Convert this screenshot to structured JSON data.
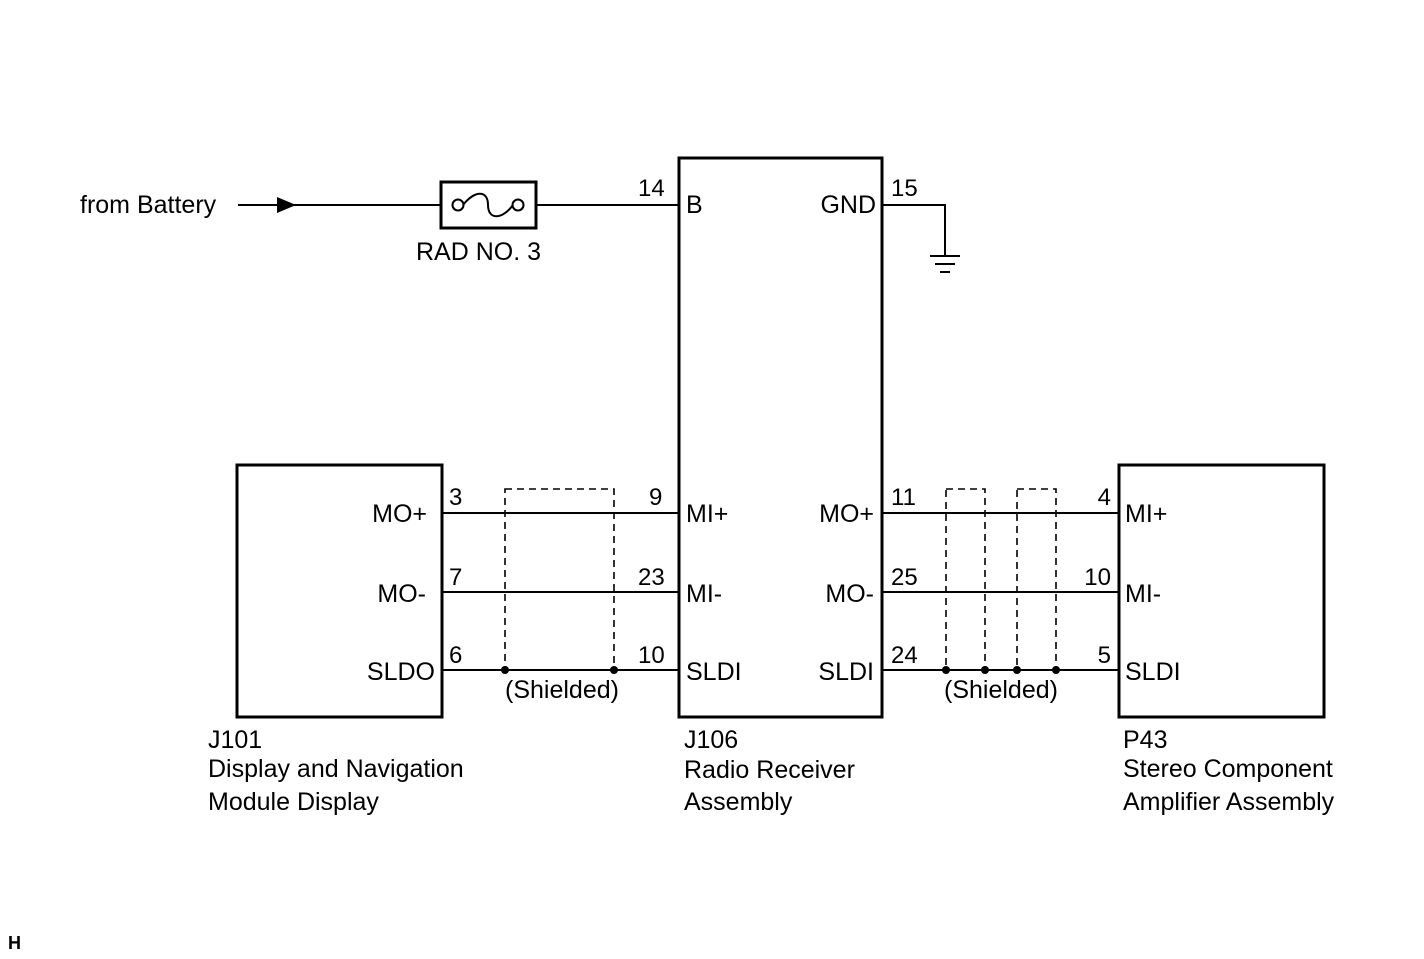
{
  "power": {
    "source_label": "from Battery",
    "fuse_label": "RAD NO. 3"
  },
  "j106": {
    "connector": "J106",
    "name_line1": "Radio Receiver",
    "name_line2": "Assembly",
    "pin_b": {
      "num": "14",
      "name": "B"
    },
    "pin_gnd": {
      "num": "15",
      "name": "GND"
    },
    "pin_mi_plus": {
      "num": "9",
      "name": "MI+"
    },
    "pin_mi_minus": {
      "num": "23",
      "name": "MI-"
    },
    "pin_sldi_left": {
      "num": "10",
      "name": "SLDI"
    },
    "pin_mo_plus": {
      "num": "11",
      "name": "MO+"
    },
    "pin_mo_minus": {
      "num": "25",
      "name": "MO-"
    },
    "pin_sldi_right": {
      "num": "24",
      "name": "SLDI"
    }
  },
  "j101": {
    "connector": "J101",
    "name_line1": "Display and Navigation",
    "name_line2": "Module Display",
    "pin_mo_plus": {
      "num": "3",
      "name": "MO+"
    },
    "pin_mo_minus": {
      "num": "7",
      "name": "MO-"
    },
    "pin_sldo": {
      "num": "6",
      "name": "SLDO"
    }
  },
  "p43": {
    "connector": "P43",
    "name_line1": "Stereo Component",
    "name_line2": "Amplifier Assembly",
    "pin_mi_plus": {
      "num": "4",
      "name": "MI+"
    },
    "pin_mi_minus": {
      "num": "10",
      "name": "MI-"
    },
    "pin_sldi": {
      "num": "5",
      "name": "SLDI"
    }
  },
  "shield_label_left": "(Shielded)",
  "shield_label_right": "(Shielded)",
  "corner_mark": "H"
}
